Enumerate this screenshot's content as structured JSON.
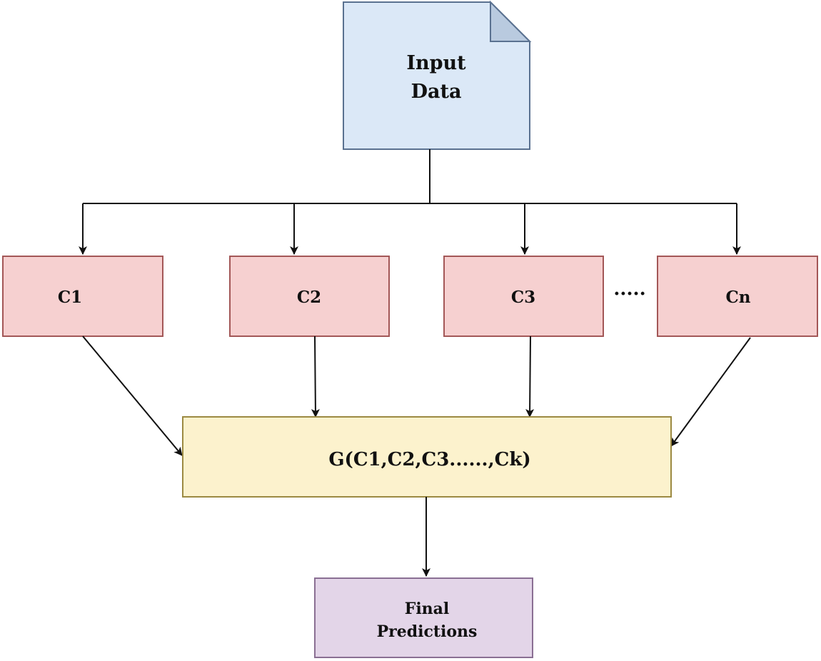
{
  "input": {
    "line1": "Input",
    "line2": "Data"
  },
  "classifiers": [
    {
      "label": "C1"
    },
    {
      "label": "C2"
    },
    {
      "label": "C3"
    },
    {
      "label": "Cn"
    }
  ],
  "ellipsis": "·····",
  "combiner": {
    "label": "G(C1,C2,C3......,Ck)"
  },
  "output": {
    "line1": "Final",
    "line2": "Predictions"
  },
  "colors": {
    "input_fill": "#dbe8f7",
    "input_stroke": "#5a7190",
    "classifier_fill": "#f6d0d0",
    "classifier_stroke": "#a35757",
    "combiner_fill": "#fcf2cd",
    "combiner_stroke": "#9c8a42",
    "output_fill": "#e3d5e8",
    "output_stroke": "#8a6f93",
    "edge": "#111111"
  }
}
